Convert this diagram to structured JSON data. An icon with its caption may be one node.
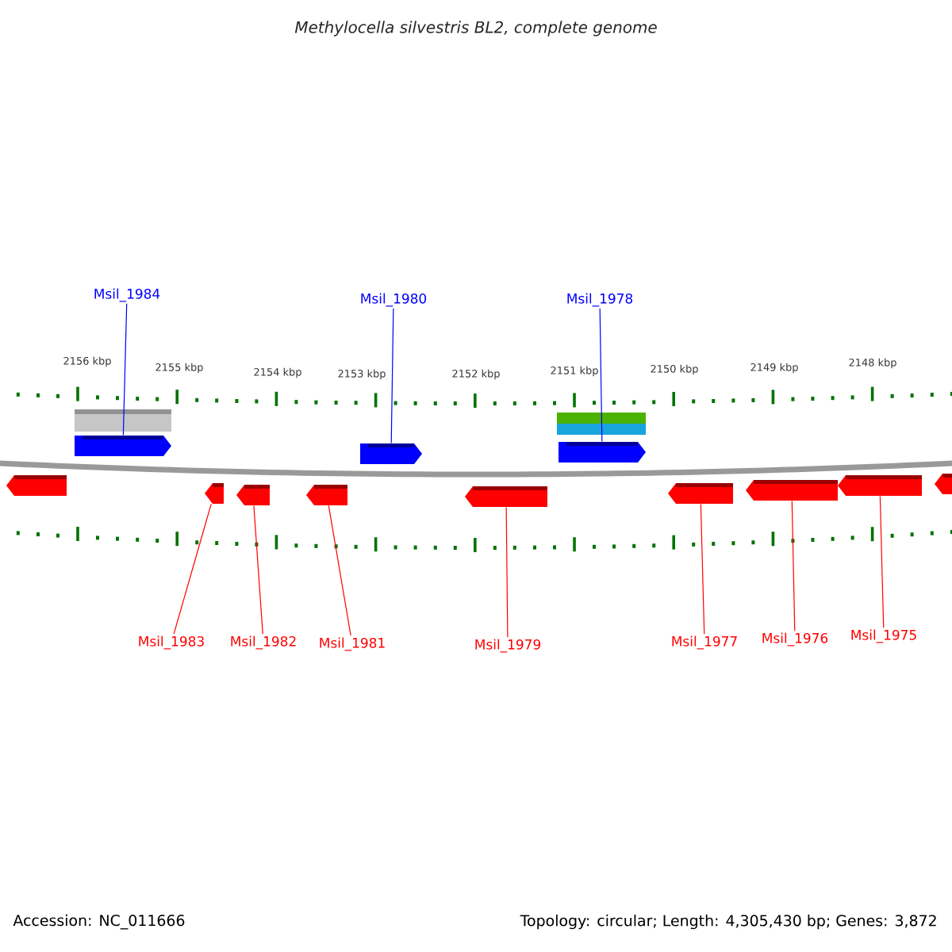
{
  "diagram": {
    "title": "Methylocella silvestris BL2, complete genome",
    "nodes": [
      {
        "text": [
          "Msil_1984"
        ]
      },
      {
        "text": [
          "Msil_1980"
        ]
      },
      {
        "text": [
          "Msil_1978"
        ]
      },
      {
        "text": [],
        "shape": "bar"
      },
      {
        "text": [],
        "shape": "bar"
      },
      {
        "text": [],
        "shape": "arrow"
      },
      {
        "text": [],
        "shape": "arrow"
      },
      {
        "text": [],
        "shape": "arrow"
      },
      {
        "text": [],
        "shape": "arrow"
      },
      {
        "text": [],
        "shape": "arrow"
      },
      {
        "text": [],
        "shape": "arrow"
      },
      {
        "text": [],
        "shape": "arrow"
      },
      {
        "text": [],
        "shape": "arrow"
      },
      {
        "text": [],
        "shape": "arrow"
      },
      {
        "text": [],
        "shape": "arrow"
      },
      {
        "text": [],
        "shape": "arrow"
      },
      {
        "text": [],
        "shape": "arrow"
      },
      {
        "text": [
          "Msil_1983"
        ]
      },
      {
        "text": [
          "Msil_1982"
        ]
      },
      {
        "text": [
          "Msil_1981"
        ]
      },
      {
        "text": [
          "Msil_1979"
        ]
      },
      {
        "text": [
          "Msil_1977"
        ]
      },
      {
        "text": [
          "Msil_1976"
        ]
      },
      {
        "text": [
          "Msil_1975"
        ]
      }
    ],
    "edges": [
      {
        "from": 0,
        "to": 5,
        "arrow": "none",
        "color": "#0000ff"
      },
      {
        "from": 1,
        "to": 6,
        "arrow": "none",
        "color": "#0000ff"
      },
      {
        "from": 2,
        "to": 7,
        "arrow": "none",
        "color": "#0000ff"
      },
      {
        "from": 17,
        "to": 9,
        "arrow": "none"
      },
      {
        "from": 18,
        "to": 10,
        "arrow": "none"
      },
      {
        "from": 19,
        "to": 11,
        "arrow": "none"
      },
      {
        "from": 20,
        "to": 12,
        "arrow": "none"
      },
      {
        "from": 21,
        "to": 13,
        "arrow": "none"
      },
      {
        "from": 22,
        "to": 14,
        "arrow": "none"
      },
      {
        "from": 23,
        "to": 15,
        "arrow": "none"
      }
    ],
    "labels": [
      "2156 kbp",
      "2155 kbp",
      "2154 kbp",
      "2153 kbp",
      "2152 kbp",
      "2151 kbp",
      "2150 kbp",
      "2149 kbp",
      "2148 kbp",
      "Accession: NC_011666",
      "Topology: circular; Length: 4,305,430 bp; Genes: 3,872"
    ]
  }
}
